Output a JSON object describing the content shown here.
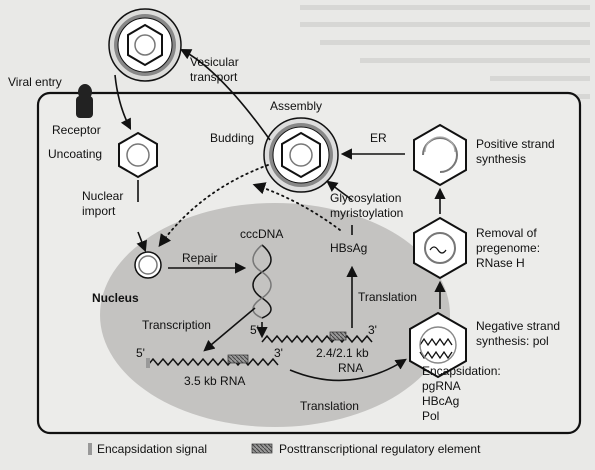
{
  "labels": {
    "viral_entry": "Viral entry",
    "vesicular_transport": [
      "Vesicular",
      "transport"
    ],
    "receptor": "Receptor",
    "uncoating": "Uncoating",
    "assembly": "Assembly",
    "budding": "Budding",
    "er": "ER",
    "positive_strand": [
      "Positive strand",
      "synthesis"
    ],
    "nuclear_import": [
      "Nuclear",
      "import"
    ],
    "cccdna": "cccDNA",
    "glycosylation": [
      "Glycosylation",
      "myristoylation"
    ],
    "hbsag": "HBsAg",
    "removal": [
      "Removal of",
      "pregenome:",
      "RNase H"
    ],
    "repair": "Repair",
    "nucleus": "Nucleus",
    "translation_upper": "Translation",
    "transcription": "Transcription",
    "five_prime": "5'",
    "three_prime": "3'",
    "rna_small": [
      "2.4/2.1 kb",
      "RNA"
    ],
    "negative_strand": [
      "Negative strand",
      "synthesis: pol"
    ],
    "rna_large": "3.5 kb RNA",
    "encapsidation": [
      "Encapsidation:",
      "pgRNA",
      "HBcAg",
      "Pol"
    ],
    "translation_lower": "Translation"
  },
  "legend": {
    "encapsidation_signal": "Encapsidation signal",
    "regulatory_element": "Posttranscriptional regulatory element"
  },
  "colors": {
    "nucleus_fill": "#c4c3c1",
    "cell_fill": "#ececea",
    "outline": "#111111"
  }
}
